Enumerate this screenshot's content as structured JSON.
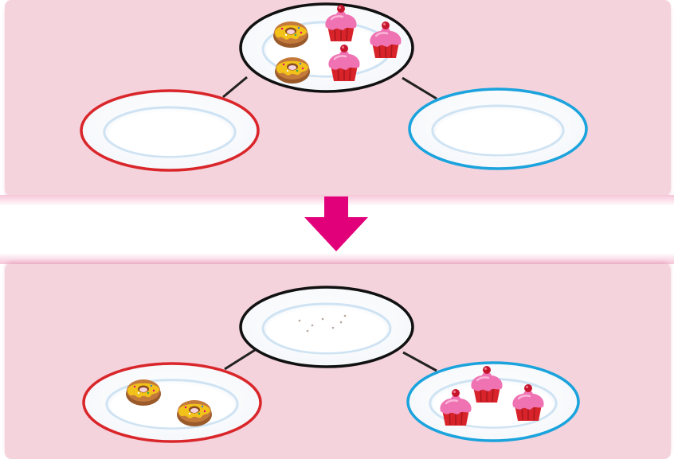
{
  "diagram": {
    "steps": [
      {
        "id": "before",
        "plates": {
          "source": [
            "donut",
            "donut",
            "cupcake",
            "cupcake",
            "cupcake"
          ],
          "left": [],
          "right": []
        }
      },
      {
        "id": "after",
        "plates": {
          "source": [],
          "left": [
            "donut",
            "donut"
          ],
          "right": [
            "cupcake",
            "cupcake",
            "cupcake"
          ]
        }
      }
    ],
    "arrow": "down-arrow-icon"
  },
  "colors": {
    "panel": "#f5d3dd",
    "arrow": "#e2007a",
    "left_plate_rim": "#d9262a",
    "right_plate_rim": "#1aa3dc",
    "source_plate_rim": "#111111",
    "connector": "#222222",
    "donut_glaze": "#f2c21b",
    "cupcake_frosting": "#ef72b3",
    "cupcake_cup": "#d8232a"
  },
  "icons": [
    "donut-icon",
    "cupcake-icon",
    "down-arrow-icon"
  ]
}
